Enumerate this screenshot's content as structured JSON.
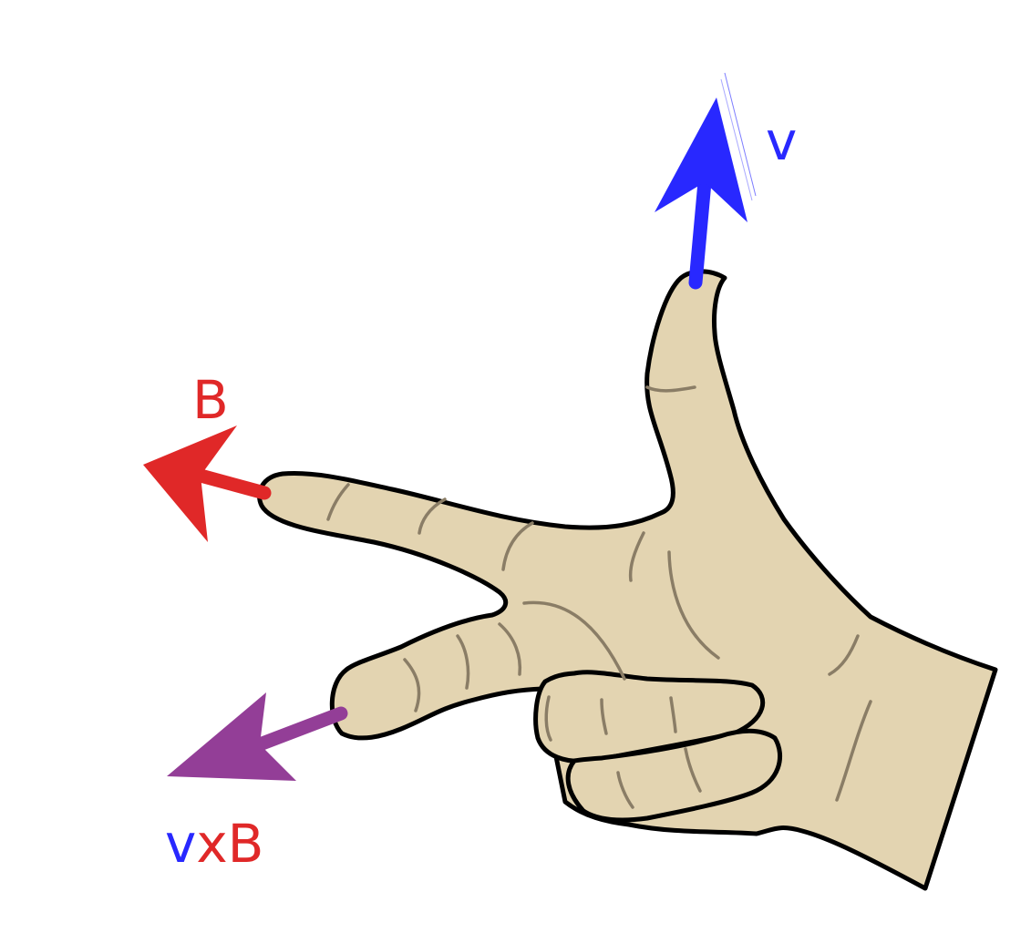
{
  "labels": {
    "v": "v",
    "B": "B",
    "cross_v": "v",
    "cross_x": "x",
    "cross_B": "B"
  },
  "colors": {
    "v": "#2828ff",
    "B": "#e02828",
    "force": "#933e97",
    "skin": "#e3d4b1",
    "outline": "#000000",
    "crease": "#8a7d66"
  },
  "icons": [
    "hand-icon",
    "velocity-arrow-icon",
    "field-arrow-icon",
    "force-arrow-icon"
  ]
}
